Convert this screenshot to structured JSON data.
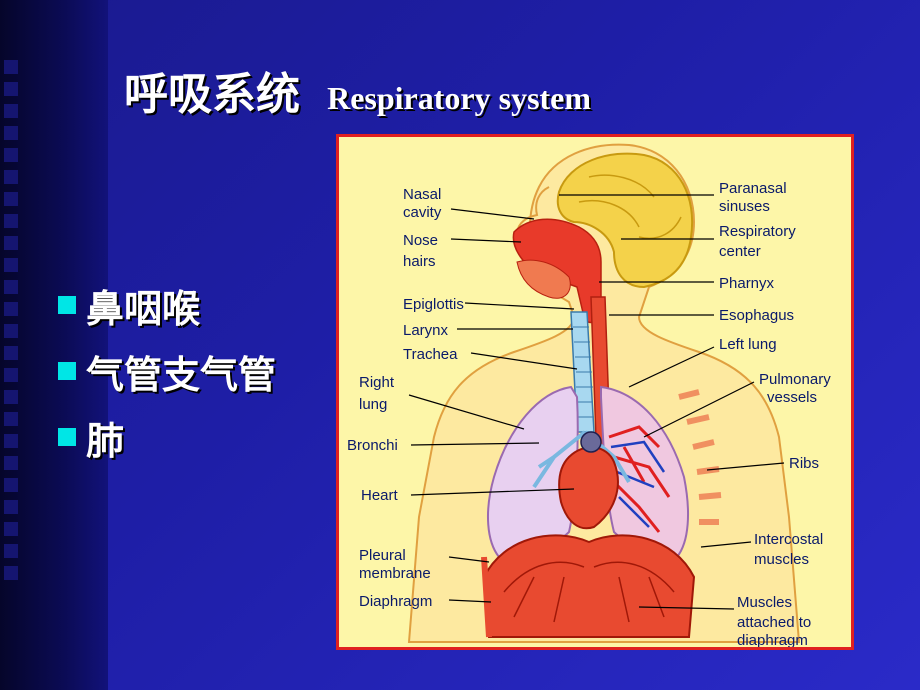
{
  "title": {
    "cn": "呼吸系统",
    "en": "Respiratory system"
  },
  "bullets": [
    "鼻咽喉",
    "气管支气管",
    "肺"
  ],
  "colors": {
    "background": "#1e1ea6",
    "bullet": "#00e6e6",
    "frame": "#e02020",
    "figure_bg": "#fdf6a8"
  },
  "diagram": {
    "left_labels": {
      "nasal_1": "Nasal",
      "nasal_2": "cavity",
      "nose_1": "Nose",
      "nose_2": "hairs",
      "epiglottis": "Epiglottis",
      "larynx": "Larynx",
      "trachea": "Trachea",
      "right_lung_1": "Right",
      "right_lung_2": "lung",
      "bronchi": "Bronchi",
      "heart": "Heart",
      "pleural_1": "Pleural",
      "pleural_2": "membrane",
      "diaphragm": "Diaphragm"
    },
    "right_labels": {
      "paranasal_1": "Paranasal",
      "paranasal_2": "sinuses",
      "respiratory_1": "Respiratory",
      "respiratory_2": "center",
      "pharnyx": "Pharnyx",
      "esophagus": "Esophagus",
      "left_lung": "Left lung",
      "pulmonary_1": "Pulmonary",
      "pulmonary_2": "vessels",
      "ribs": "Ribs",
      "intercostal_1": "Intercostal",
      "intercostal_2": "muscles",
      "muscles_1": "Muscles",
      "muscles_2": "attached to",
      "muscles_3": "diaphragm"
    }
  }
}
